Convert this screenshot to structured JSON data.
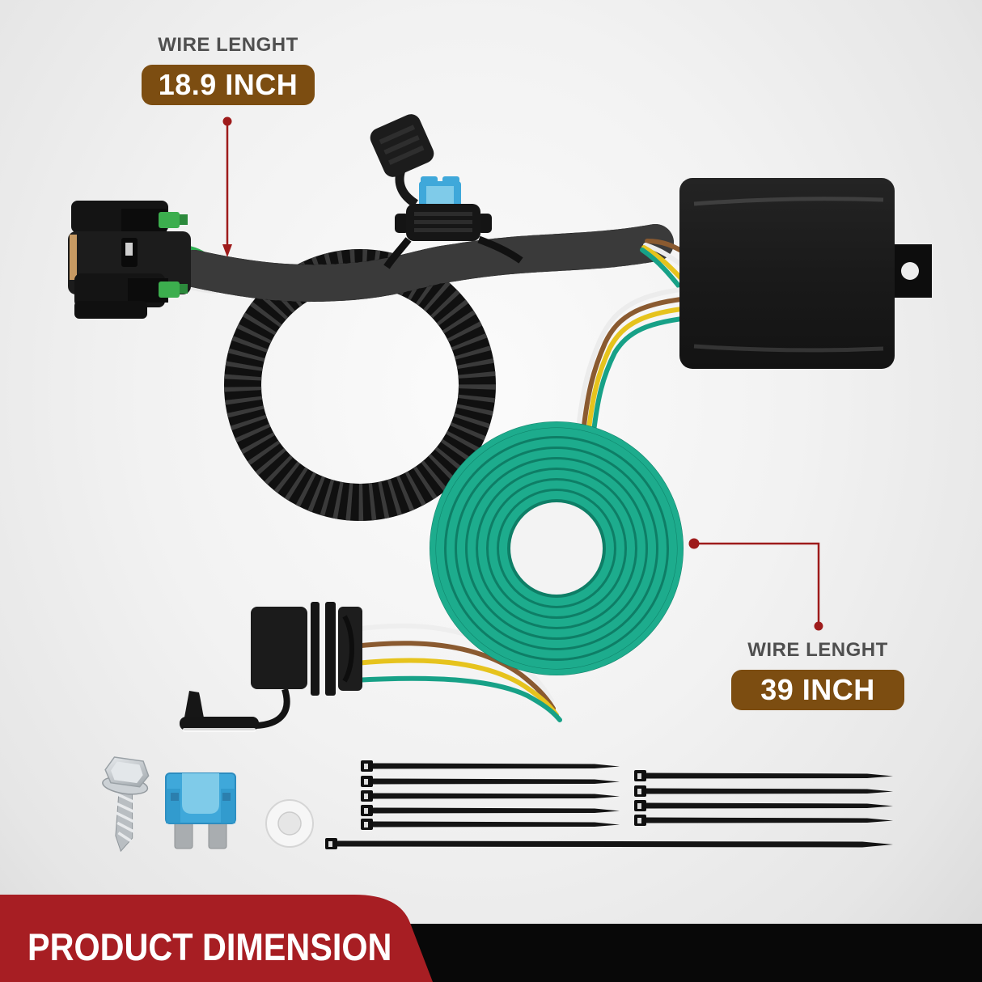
{
  "annotations": {
    "wire_top": {
      "label": "WIRE LENGHT",
      "value": "18.9 INCH"
    },
    "wire_right": {
      "label": "WIRE LENGHT",
      "value": "39 INCH"
    }
  },
  "banner": {
    "title": "PRODUCT DIMENSION"
  },
  "colors": {
    "badge_brown": "#7c4d11",
    "leader_red": "#9e1b1b",
    "banner_red": "#a71e23",
    "label_gray": "#4f4f4f",
    "wire_teal": "#1dac8d",
    "coil_dark": "#0e7e66",
    "fuse_blue": "#3fa8da"
  }
}
